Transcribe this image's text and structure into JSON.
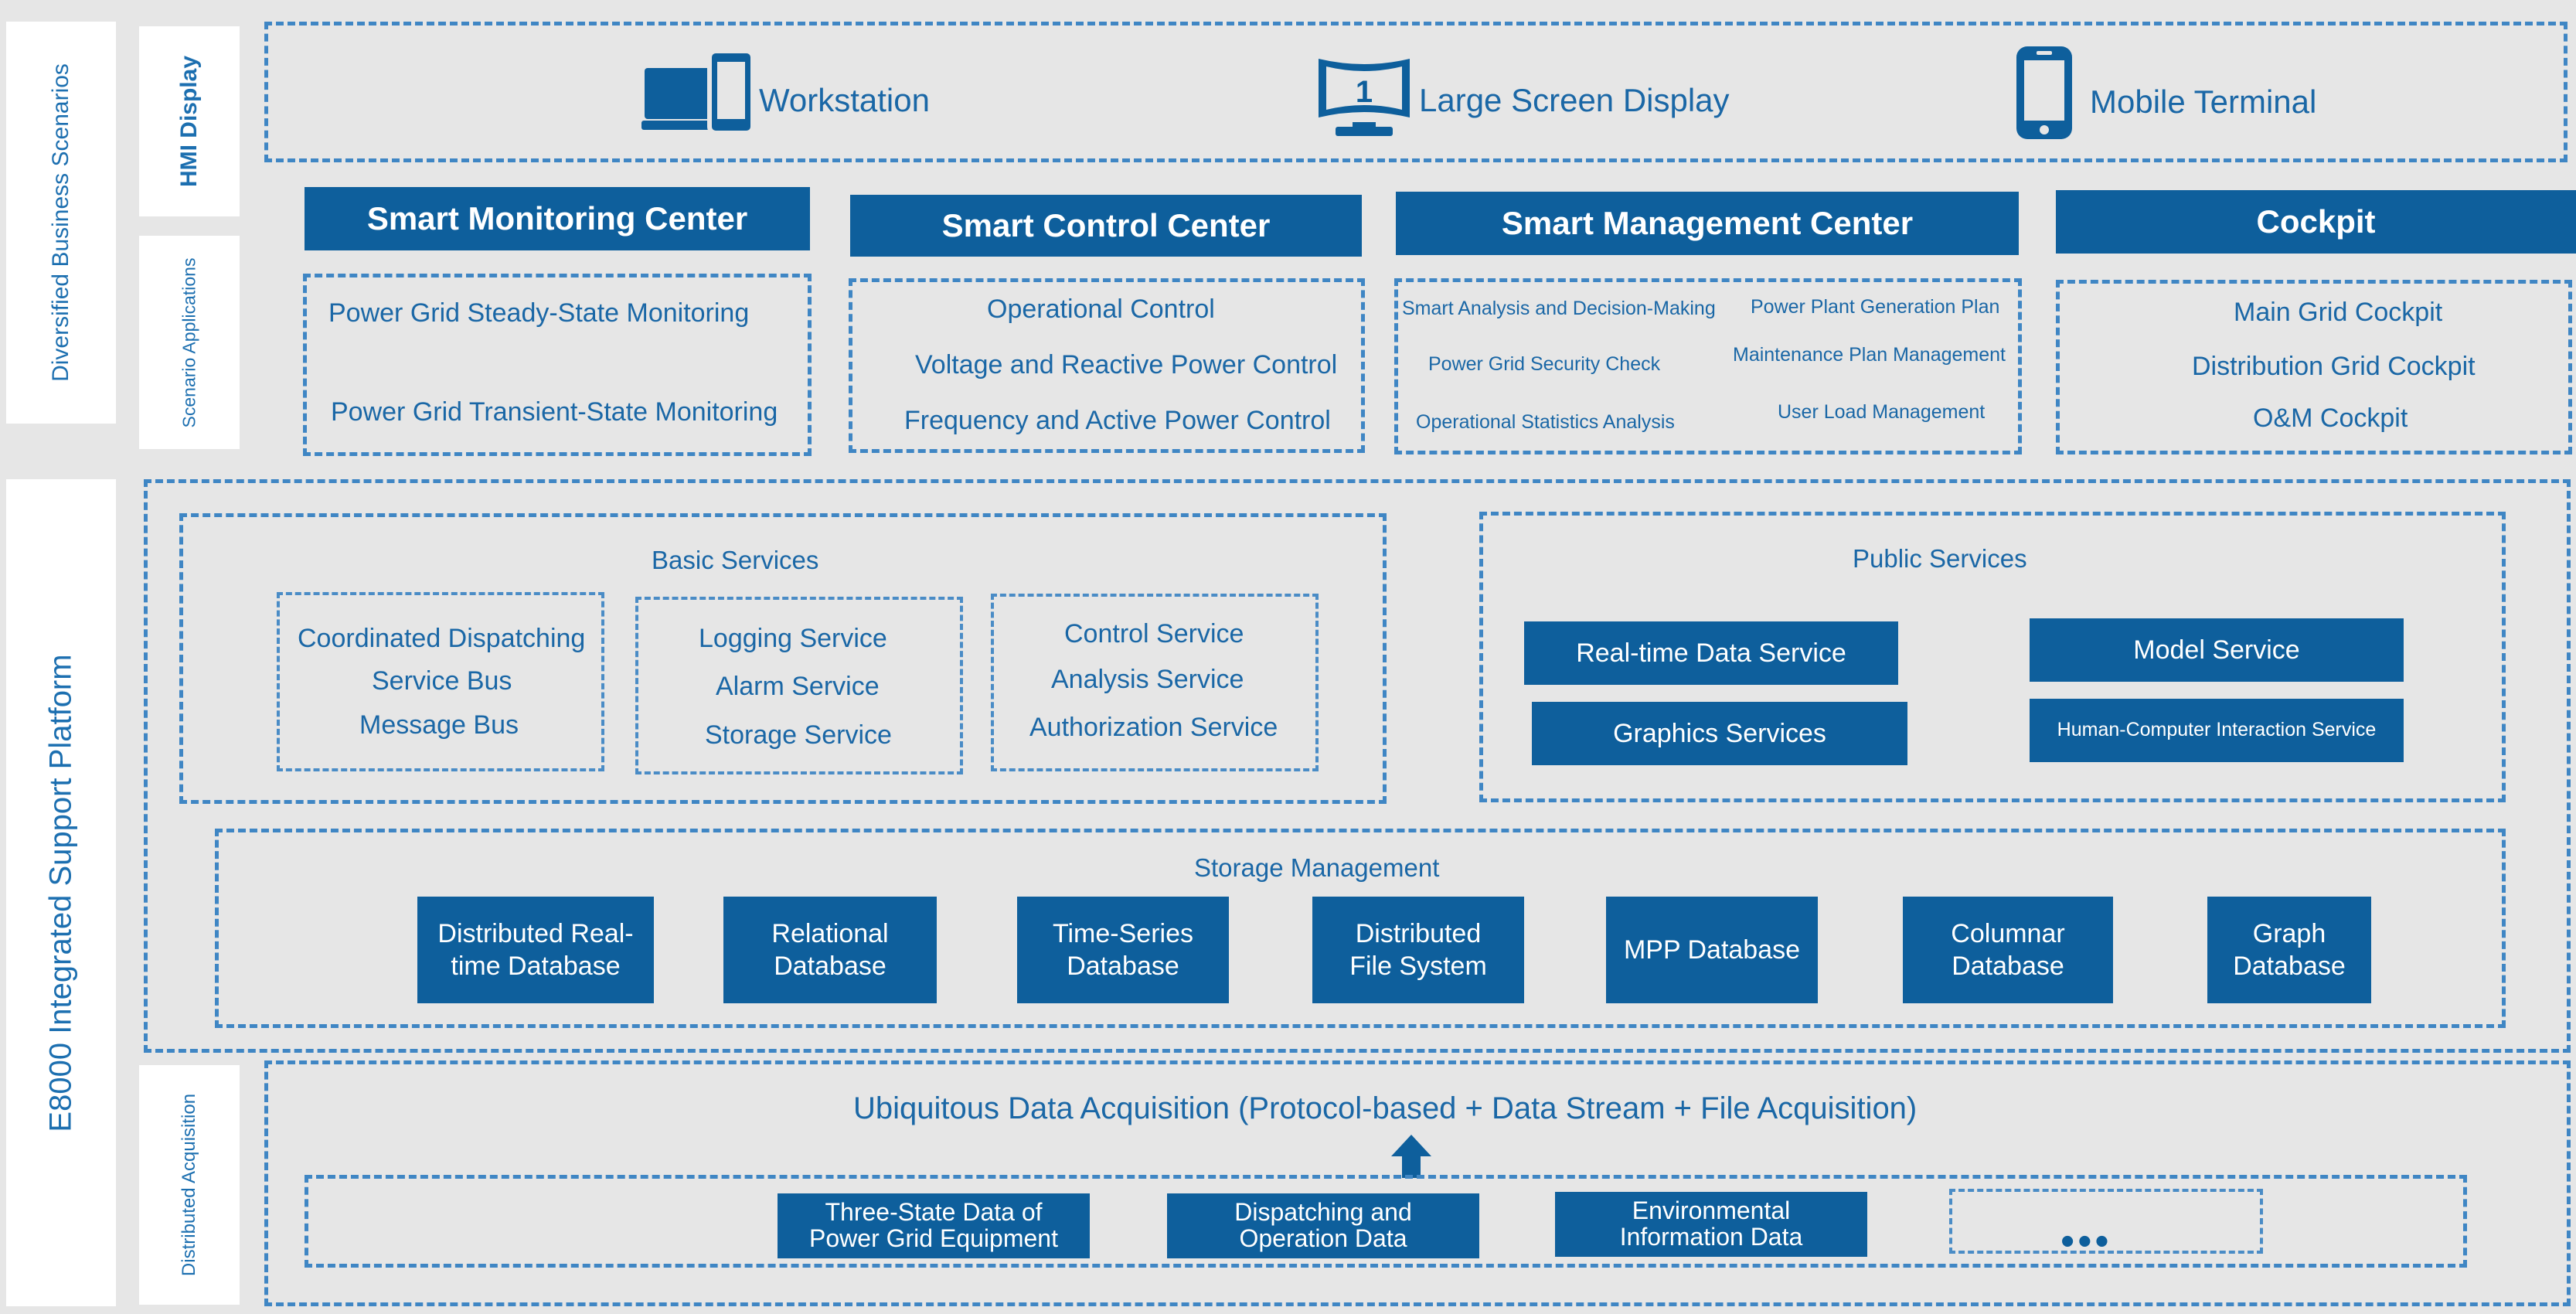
{
  "colors": {
    "background": "#e6e6e6",
    "accent_blue": "#0e5f9c",
    "text_blue": "#1a67a6",
    "dash_blue": "#3f86c4",
    "white": "#ffffff"
  },
  "side_labels": {
    "diversified": "Diversified Business Scenarios",
    "hmi": "HMI Display",
    "scenario": "Scenario Applications",
    "platform": "E8000 Integrated Support Platform",
    "acquisition": "Distributed Acquisition"
  },
  "hmi": {
    "items": [
      {
        "label": "Workstation",
        "icon": "workstation-icon"
      },
      {
        "label": "Large Screen Display",
        "icon": "large-screen-icon",
        "icon_text": "1"
      },
      {
        "label": "Mobile Terminal",
        "icon": "mobile-terminal-icon"
      }
    ]
  },
  "centers": [
    {
      "title": "Smart Monitoring Center",
      "items": [
        "Power Grid Steady-State Monitoring",
        "Power Grid Transient-State Monitoring"
      ]
    },
    {
      "title": "Smart Control Center",
      "items": [
        "Operational Control",
        "Voltage and Reactive Power Control",
        "Frequency and Active Power Control"
      ]
    },
    {
      "title": "Smart Management Center",
      "items": [
        "Smart Analysis and Decision-Making",
        "Power Plant Generation Plan",
        "Power Grid Security Check",
        "Maintenance Plan Management",
        "Operational Statistics Analysis",
        "User Load Management"
      ]
    },
    {
      "title": "Cockpit",
      "items": [
        "Main Grid Cockpit",
        "Distribution Grid Cockpit",
        "O&M Cockpit"
      ]
    }
  ],
  "basic_services": {
    "title": "Basic Services",
    "groups": [
      [
        "Coordinated Dispatching",
        "Service Bus",
        "Message Bus"
      ],
      [
        "Logging Service",
        "Alarm Service",
        "Storage Service"
      ],
      [
        "Control Service",
        "Analysis Service",
        "Authorization Service"
      ]
    ]
  },
  "public_services": {
    "title": "Public Services",
    "items": [
      "Real-time Data Service",
      "Model Service",
      "Graphics Services",
      "Human-Computer Interaction Service"
    ]
  },
  "storage": {
    "title": "Storage Management",
    "items": [
      [
        "Distributed Real-",
        "time Database"
      ],
      [
        "Relational",
        "Database"
      ],
      [
        "Time-Series",
        "Database"
      ],
      [
        "Distributed",
        "File System"
      ],
      [
        "MPP Database"
      ],
      [
        "Columnar",
        "Database"
      ],
      [
        "Graph",
        "Database"
      ]
    ]
  },
  "acquisition": {
    "title": "Ubiquitous Data Acquisition (Protocol-based + Data Stream + File Acquisition)",
    "items": [
      [
        "Three-State Data of",
        "Power Grid Equipment"
      ],
      [
        "Dispatching and",
        "Operation Data"
      ],
      [
        "Environmental",
        "Information Data"
      ]
    ],
    "more": "•••"
  }
}
